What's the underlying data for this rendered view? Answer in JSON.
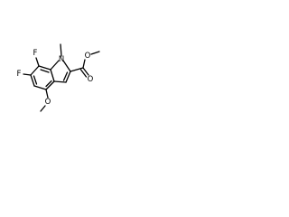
{
  "molecule": {
    "atoms": {
      "f_top": "F",
      "f_left": "F",
      "n_ring": "N",
      "o_methoxy": "O",
      "o_ester_single": "O",
      "o_ester_carbonyl": "O"
    }
  },
  "colors": {
    "bond": "#000000",
    "label": "#000000",
    "background": "#ffffff"
  }
}
